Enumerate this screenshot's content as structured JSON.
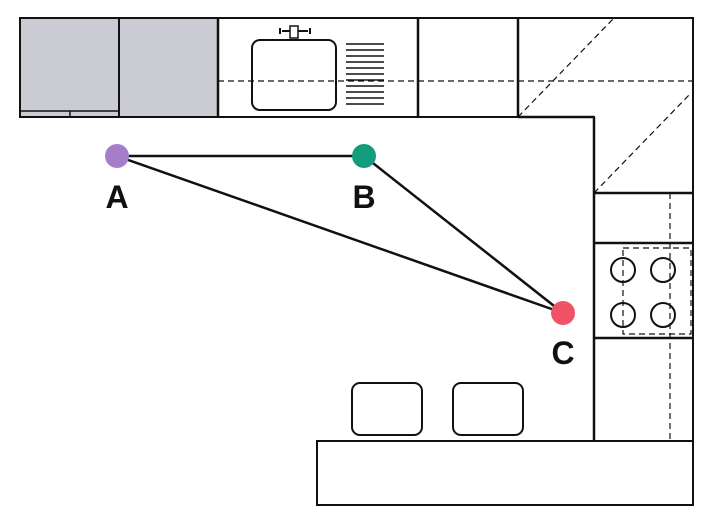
{
  "points": [
    {
      "id": "A",
      "label": "A",
      "color": "#a57dc9"
    },
    {
      "id": "B",
      "label": "B",
      "color": "#139d7c"
    },
    {
      "id": "C",
      "label": "C",
      "color": "#f25265"
    }
  ],
  "colors": {
    "cabinet_fill": "#cbcbd3",
    "outline": "#111111",
    "background": "#ffffff"
  }
}
